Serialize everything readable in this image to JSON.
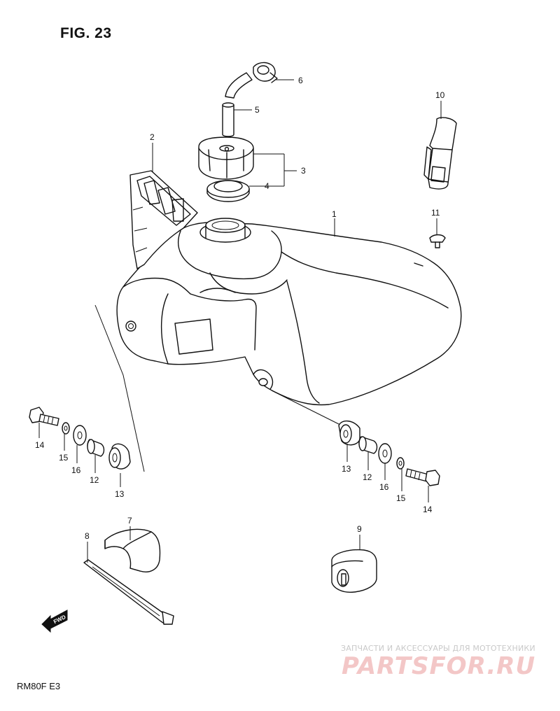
{
  "figure": {
    "title": "FIG. 23",
    "model_code": "RM80F  E3"
  },
  "watermark": {
    "subtitle": "ЗАПЧАСТИ И АКСЕССУАРЫ ДЛЯ МОТОТЕХНИКИ",
    "brand": "PARTSFOR.RU"
  },
  "fwd_label": "FWD",
  "callouts": {
    "c1": "1",
    "c2": "2",
    "c3": "3",
    "c4": "4",
    "c5": "5",
    "c6": "6",
    "c7": "7",
    "c8": "8",
    "c9": "9",
    "c10": "10",
    "c11": "11",
    "c12_left": "12",
    "c12_right": "12",
    "c13_left": "13",
    "c13_right_top": "13",
    "c14_left": "14",
    "c14_right": "14",
    "c15_left": "15",
    "c15_right": "15",
    "c16_left": "16",
    "c16_right": "16"
  }
}
